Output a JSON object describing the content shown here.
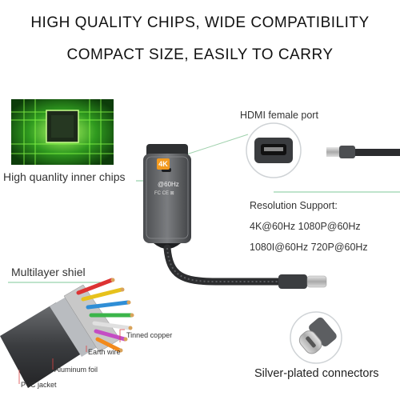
{
  "headline": {
    "line1": "HIGH QUALITY CHIPS, WIDE COMPATIBILITY",
    "line2": "COMPACT SIZE, EASILY TO CARRY"
  },
  "callouts": {
    "chips": "High quanlity inner chips",
    "hdmi_port": "HDMI female port",
    "multilayer": "Multilayer shiel",
    "connectors": "Silver-plated connectors"
  },
  "resolution": {
    "heading": "Resolution Support:",
    "line1": "4K@60Hz 1080P@60Hz",
    "line2": "1080I@60Hz 720P@60Hz"
  },
  "adapter": {
    "badge": "4K",
    "rate": "@60Hz",
    "marks": "FC CE ⊠"
  },
  "cable_layers": {
    "tinned_copper": "Tinned copper",
    "earth_wire": "Earth wire",
    "aluminum_foil": "Aluminum foil",
    "pvc_jacket": "PVC jacket"
  },
  "colors": {
    "accent_green": "#7fc99a",
    "chip_green": "#3fae3a",
    "housing_gray": "#5b5d60"
  }
}
